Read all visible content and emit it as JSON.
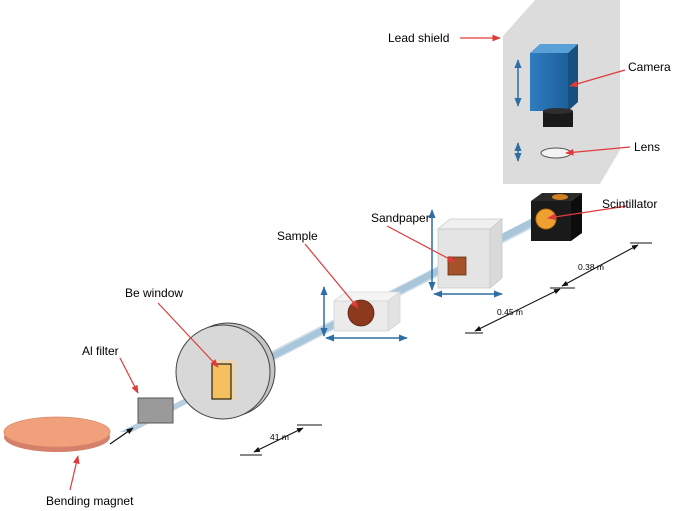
{
  "labels": {
    "lead_shield": "Lead shield",
    "camera": "Camera",
    "lens": "Lens",
    "scintillator": "Scintillator",
    "sandpaper": "Sandpaper",
    "sample": "Sample",
    "be_window": "Be window",
    "al_filter": "Al filter",
    "bending_magnet": "Bending magnet"
  },
  "distances": {
    "d1": "41 m",
    "d2": "0.45 m",
    "d3": "0.38 m"
  },
  "colors": {
    "annotation_arrow": "#e03a3a",
    "dimension_arrow": "#2e6ea6",
    "beam": "#a9c6dc",
    "shield": "#dcdcdc",
    "camera": "#3a86c8",
    "magnet": "#f0a07a",
    "be_window": "#f5c060",
    "sample": "#8b3a1e"
  }
}
